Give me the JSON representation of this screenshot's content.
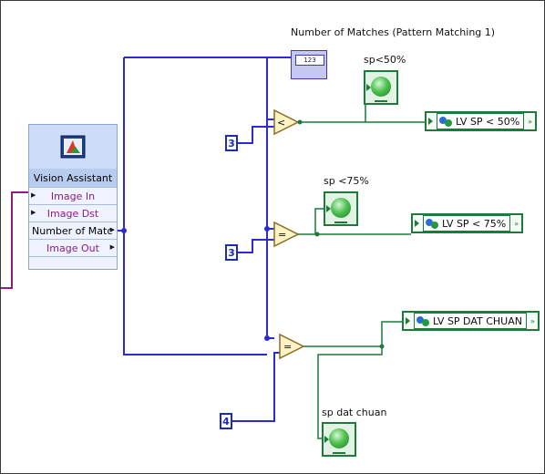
{
  "subvi": {
    "title": "Vision Assistant",
    "terminals": [
      "Image In",
      "Image Dst",
      "Number of Matches",
      "Image Out"
    ],
    "terminal_display": [
      "Image In",
      "Image Dst",
      "Number of Matc",
      "Image Out"
    ]
  },
  "indicator": {
    "label": "Number of Matches (Pattern Matching 1)",
    "type_text": "123"
  },
  "constants": [
    "3",
    "3",
    "4"
  ],
  "comparators": [
    {
      "symbol": "<"
    },
    {
      "symbol": "="
    },
    {
      "symbol": "="
    }
  ],
  "leds": [
    {
      "label": "sp<50%"
    },
    {
      "label": "sp <75%"
    },
    {
      "label": "sp dat chuan"
    }
  ],
  "shared_variables": [
    {
      "label": "LV SP < 50%"
    },
    {
      "label": "LV SP < 75%"
    },
    {
      "label": "LV SP DAT CHUAN"
    }
  ],
  "colors": {
    "numeric_wire": "#2c2cd0",
    "boolean_wire": "#1c7a3a",
    "image_wire": "#8e1d7e",
    "comparator_fill": "#fff3c4"
  }
}
